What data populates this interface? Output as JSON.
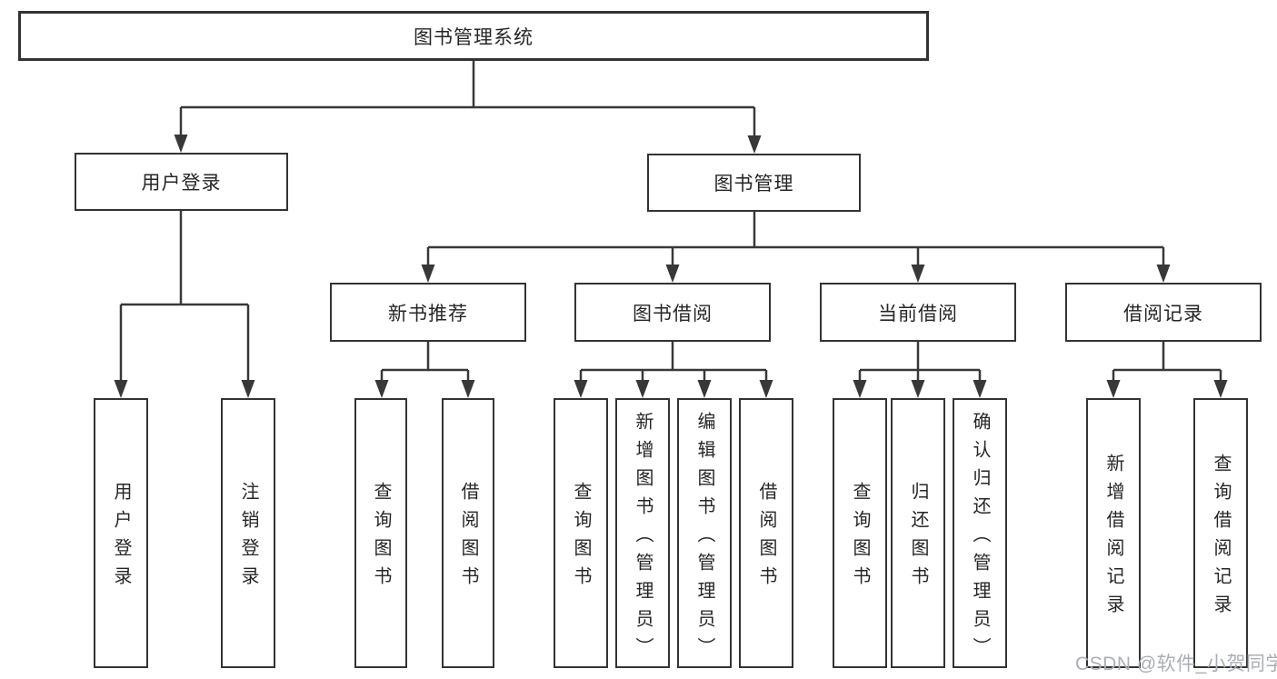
{
  "tree": {
    "root": "图书管理系统",
    "level2": [
      "用户登录",
      "图书管理"
    ],
    "level3": [
      "新书推荐",
      "图书借阅",
      "当前借阅",
      "借阅记录"
    ],
    "groups": {
      "user_login": [
        "用户登录",
        "注销登录"
      ],
      "new_book_rec": [
        "查询图书",
        "借阅图书"
      ],
      "book_borrow": [
        "查询图书",
        "新增图书（管理员）",
        "编辑图书（管理员）",
        "借阅图书"
      ],
      "current_borrow": [
        "查询图书",
        "归还图书",
        "确认归还（管理员）"
      ],
      "borrow_records": [
        "新增借阅记录",
        "查询借阅记录"
      ]
    }
  },
  "watermark": "CSDN @软件_小贺同学",
  "colors": {
    "line": "#383838",
    "box_border": "#333333",
    "text": "#262626",
    "watermark": "#abaeb4",
    "background": "#ffffff"
  }
}
